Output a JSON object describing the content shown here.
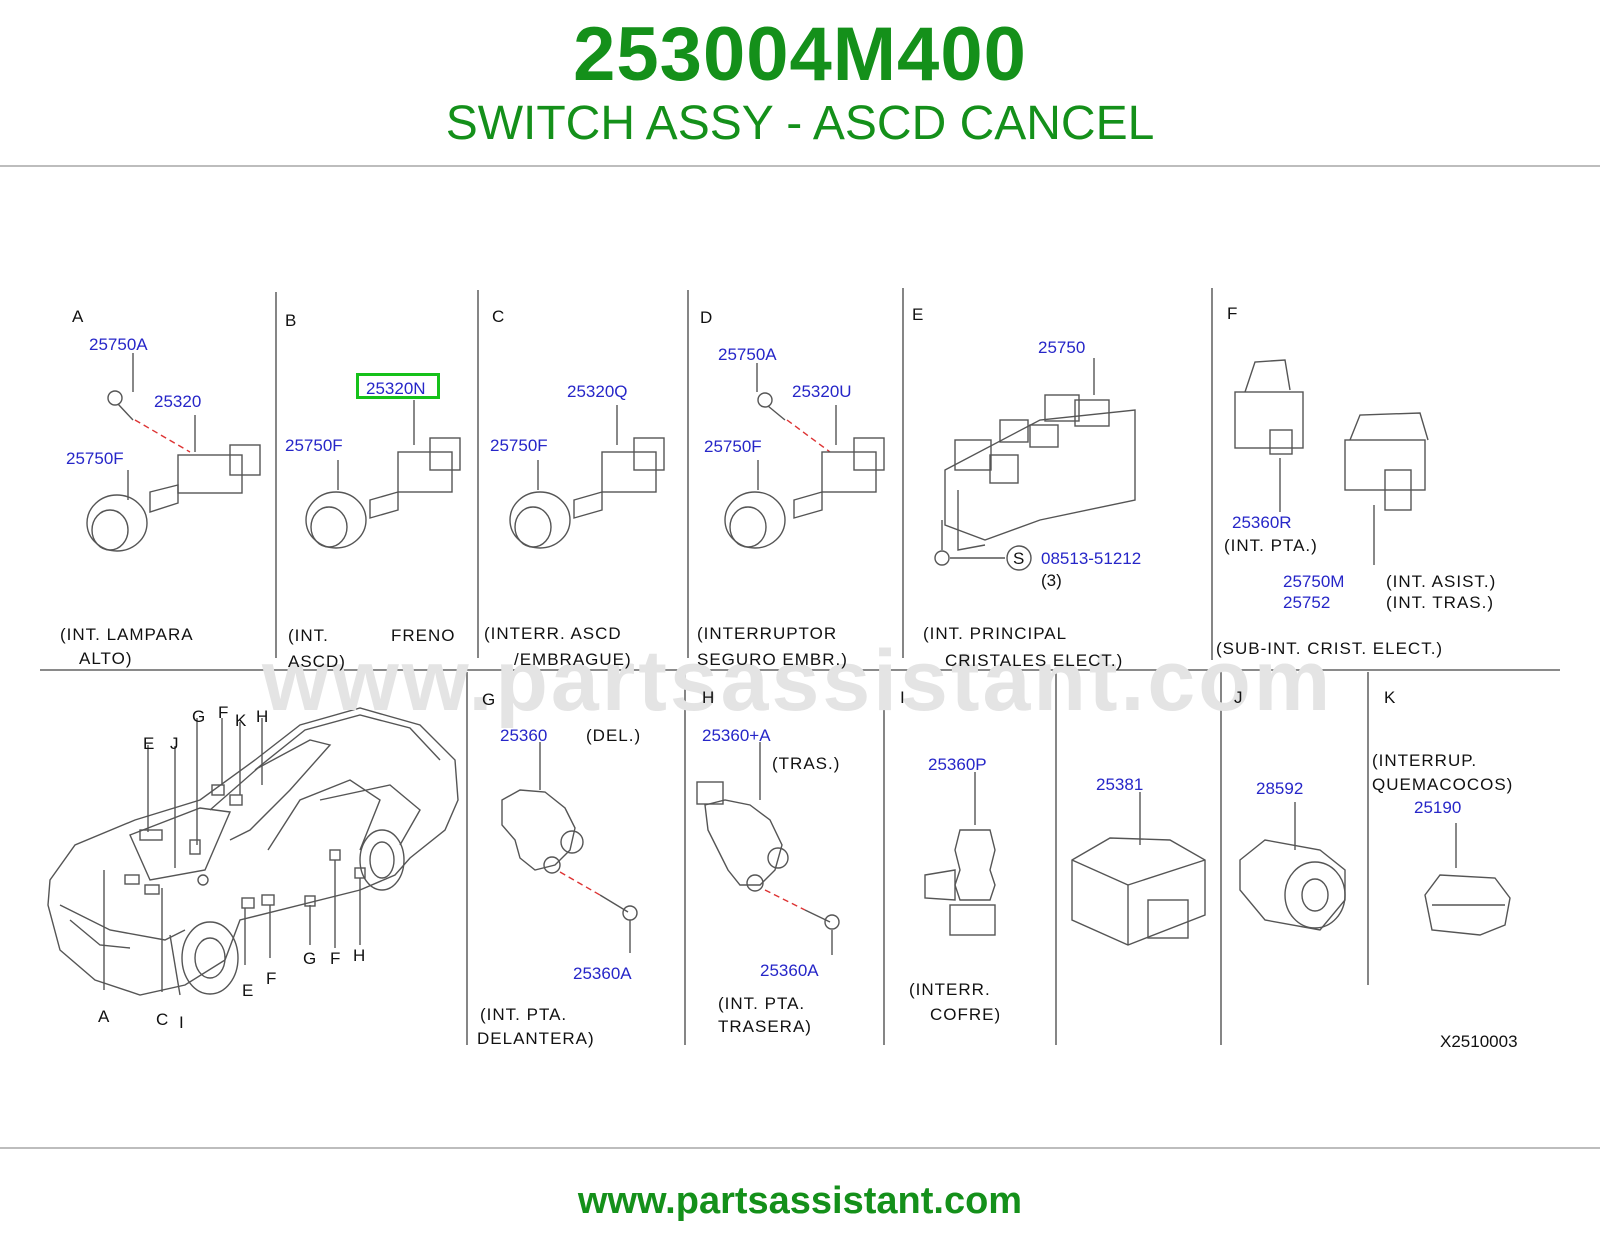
{
  "header": {
    "part_number": "253004M400",
    "title": "SWITCH ASSY - ASCD CANCEL"
  },
  "footer": {
    "url": "www.partsassistant.com"
  },
  "watermark": "www.partsassistant.com",
  "figure_code": "X2510003",
  "highlight_part": "25320N",
  "colors": {
    "brand_green": "#14901a",
    "part_blue": "#2626c8",
    "highlight": "#15c11a"
  },
  "sections": {
    "A": {
      "letter": "A",
      "parts": [
        "25750A",
        "25320",
        "25750F"
      ],
      "caption": [
        "(INT.  LAMPARA",
        "ALTO)"
      ]
    },
    "B": {
      "letter": "B",
      "parts": [
        "25320N",
        "25750F"
      ],
      "caption": [
        "(INT.",
        "FRENO",
        "ASCD)"
      ]
    },
    "C": {
      "letter": "C",
      "parts": [
        "25320Q",
        "25750F"
      ],
      "caption": [
        "(INTERR.  ASCD",
        "/EMBRAGUE)"
      ]
    },
    "D": {
      "letter": "D",
      "parts": [
        "25750A",
        "25320U",
        "25750F"
      ],
      "caption": [
        "(INTERRUPTOR",
        "SEGURO  EMBR.)"
      ]
    },
    "E": {
      "letter": "E",
      "parts": [
        "25750",
        "08513-51212"
      ],
      "symbol": "S",
      "qty": "(3)",
      "caption": [
        "(INT.  PRINCIPAL",
        "CRISTALES  ELECT.)"
      ]
    },
    "F": {
      "letter": "F",
      "parts": [
        "25360R",
        "25750M",
        "25752"
      ],
      "notes": [
        "(INT.  PTA.)",
        "(INT.  ASIST.)",
        "(INT.  TRAS.)"
      ],
      "caption": [
        "(SUB-INT.  CRIST.  ELECT.)"
      ]
    },
    "G": {
      "letter": "G",
      "parts": [
        "25360",
        "25360A"
      ],
      "note": "(DEL.)",
      "caption": [
        "(INT.  PTA.",
        "DELANTERA)"
      ]
    },
    "H": {
      "letter": "H",
      "parts": [
        "25360+A",
        "25360A"
      ],
      "note": "(TRAS.)",
      "caption": [
        "(INT.  PTA.",
        "TRASERA)"
      ]
    },
    "I": {
      "letter": "I",
      "parts": [
        "25360P"
      ],
      "caption": [
        "(INTERR.",
        "COFRE)"
      ]
    },
    "I2": {
      "parts": [
        "25381"
      ]
    },
    "J": {
      "letter": "J",
      "parts": [
        "28592"
      ]
    },
    "K": {
      "letter": "K",
      "parts": [
        "25190"
      ],
      "caption": [
        "(INTERRUP.",
        "QUEMACOCOS)"
      ]
    }
  },
  "car_callouts": [
    "G",
    "F",
    "K",
    "H",
    "E",
    "J",
    "A",
    "C",
    "I",
    "E",
    "F",
    "G",
    "F",
    "H"
  ]
}
